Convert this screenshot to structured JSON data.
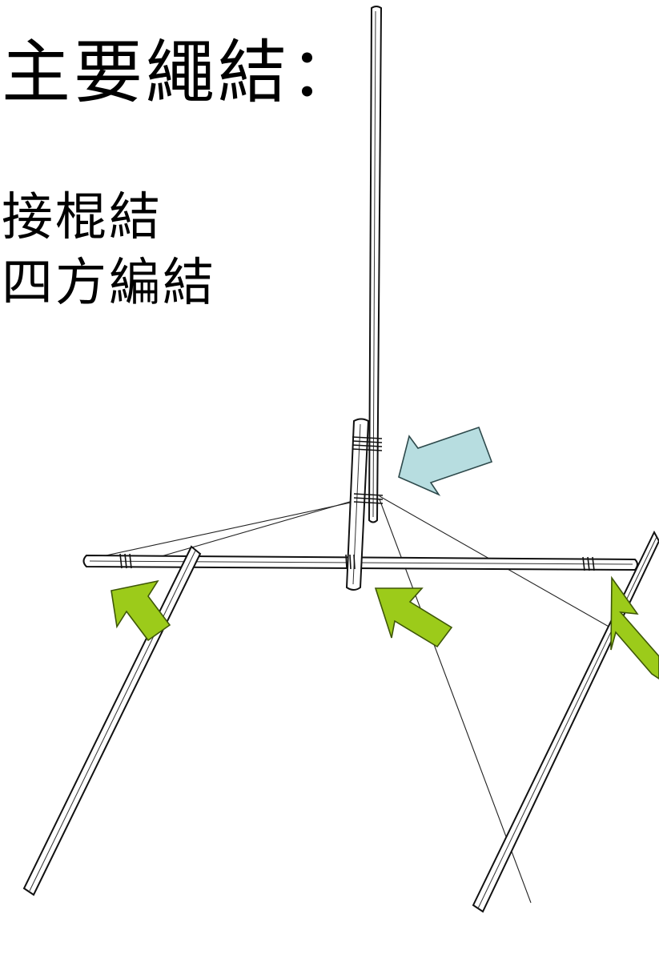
{
  "slide": {
    "title": "主要繩結：",
    "items": [
      "接棍結",
      "四方編結"
    ]
  },
  "diagram": {
    "icons": {
      "upper_arrow": "arrow-icon",
      "lower_arrows": "arrow-icon"
    },
    "colors": {
      "upper_arrow_fill": "#b7dde0",
      "lower_arrow_fill": "#9ccb1a",
      "line": "#111111"
    }
  }
}
